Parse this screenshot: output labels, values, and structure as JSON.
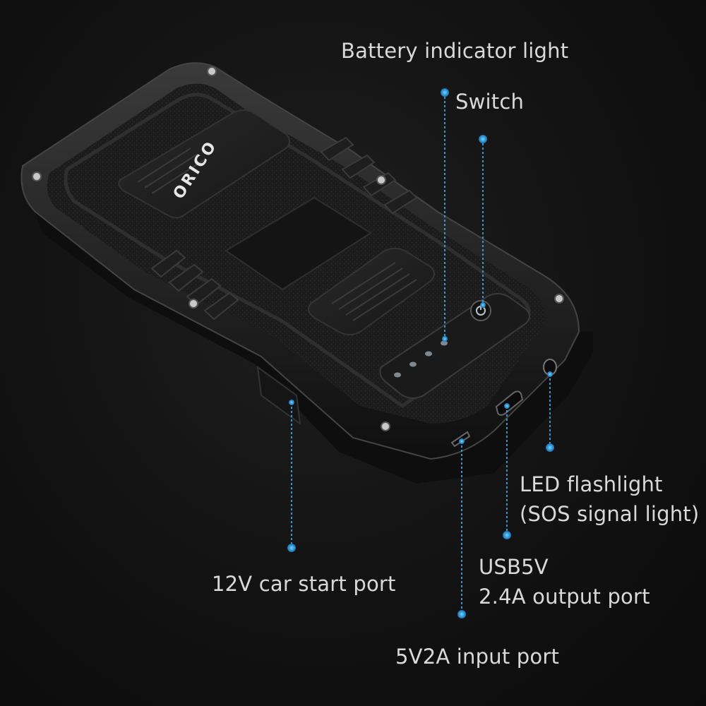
{
  "brand": {
    "logo_text": "ORICO"
  },
  "colors": {
    "background": "#141414",
    "accent": "#3aa3e3",
    "label_text": "#d9d9d9"
  },
  "callouts": {
    "battery_indicator": "Battery indicator light",
    "switch": "Switch",
    "led_line1": "LED flashlight",
    "led_line2": "(SOS signal light)",
    "usb_line1": "USB5V",
    "usb_line2": "2.4A output port",
    "car_start": "12V car start port",
    "input_port": "5V2A input port"
  }
}
